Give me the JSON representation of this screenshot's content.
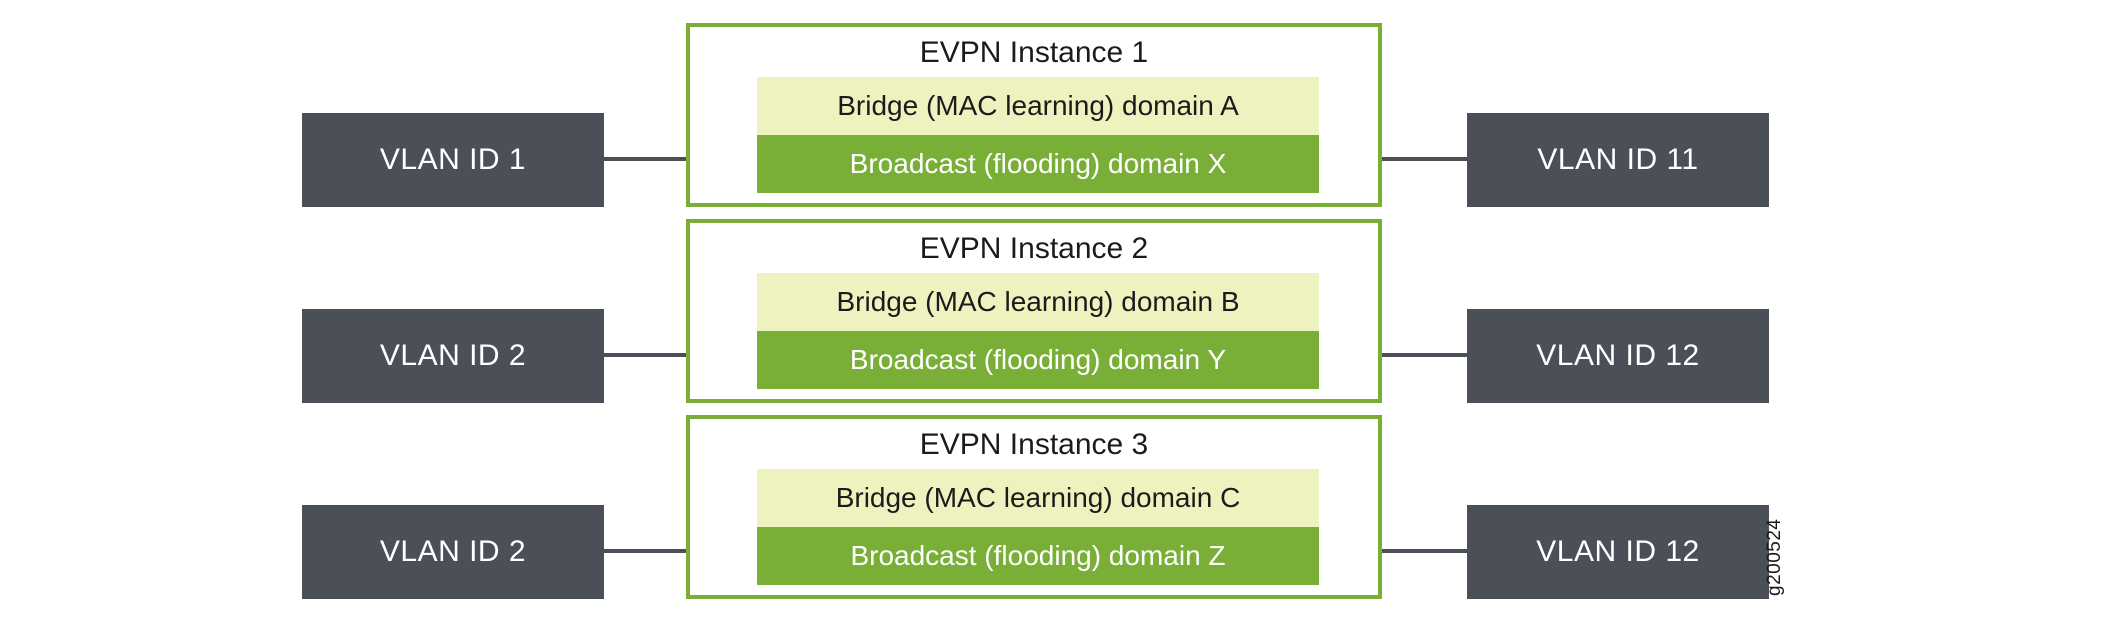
{
  "rows": [
    {
      "left_vlan": "VLAN ID 1",
      "evpn_title": "EVPN Instance 1",
      "bridge_domain": "Bridge (MAC learning) domain A",
      "broadcast_domain": "Broadcast (flooding) domain X",
      "right_vlan": "VLAN ID 11"
    },
    {
      "left_vlan": "VLAN ID 2",
      "evpn_title": "EVPN Instance 2",
      "bridge_domain": "Bridge (MAC learning) domain B",
      "broadcast_domain": "Broadcast (flooding) domain Y",
      "right_vlan": "VLAN ID 12"
    },
    {
      "left_vlan": "VLAN ID 2",
      "evpn_title": "EVPN Instance 3",
      "bridge_domain": "Bridge (MAC learning) domain C",
      "broadcast_domain": "Broadcast (flooding) domain Z",
      "right_vlan": "VLAN ID 12"
    }
  ],
  "figure_id": "g200524",
  "colors": {
    "vlan_box": "#4b5058",
    "evpn_border": "#7aaf37",
    "bridge_fill": "#eef2bf",
    "broadcast_fill": "#7aaf37"
  }
}
